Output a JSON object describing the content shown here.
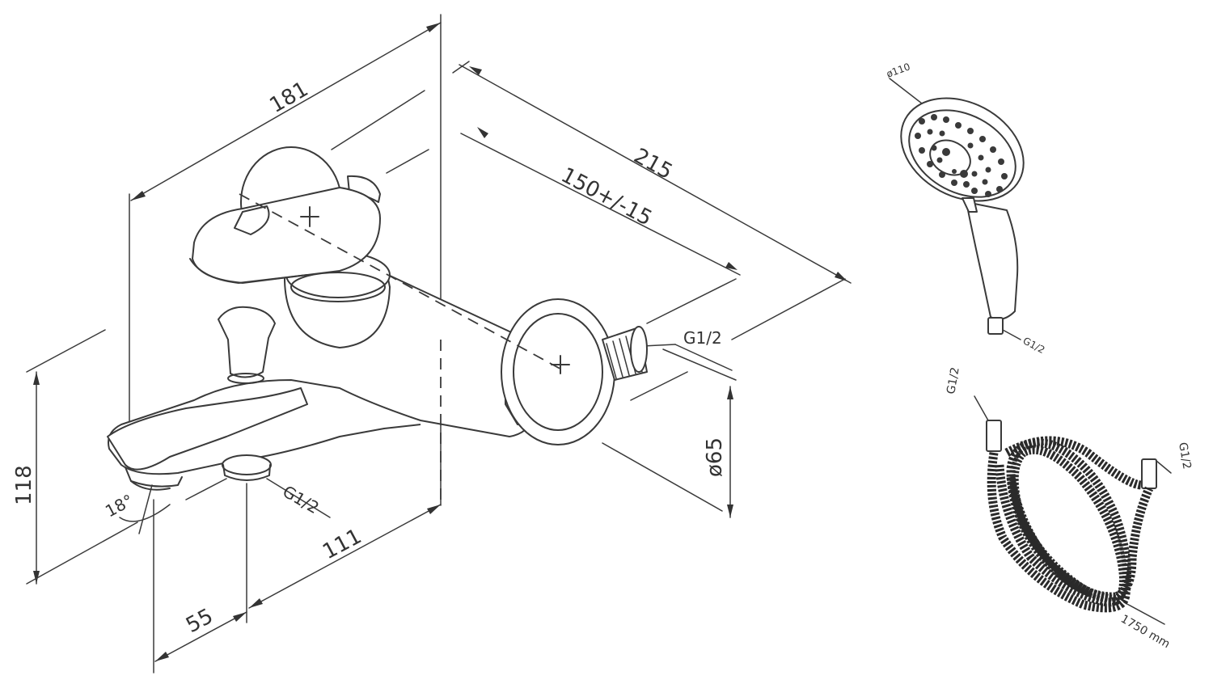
{
  "faucet": {
    "dimensions": {
      "width": "181",
      "length_total": "215",
      "length_centers": "150+/-15",
      "height": "118",
      "flange_diameter": "ø65",
      "spout_to_wall": "111",
      "spout_offset": "55",
      "spout_angle": "18°"
    },
    "connections": {
      "wall_inlet": "G1/2",
      "shower_outlet": "G1/2"
    }
  },
  "hand_shower": {
    "diameter": "ø110",
    "connection": "G1/2"
  },
  "hose": {
    "end_left": "G1/2",
    "end_right": "G1/2",
    "length": "1750 mm"
  }
}
